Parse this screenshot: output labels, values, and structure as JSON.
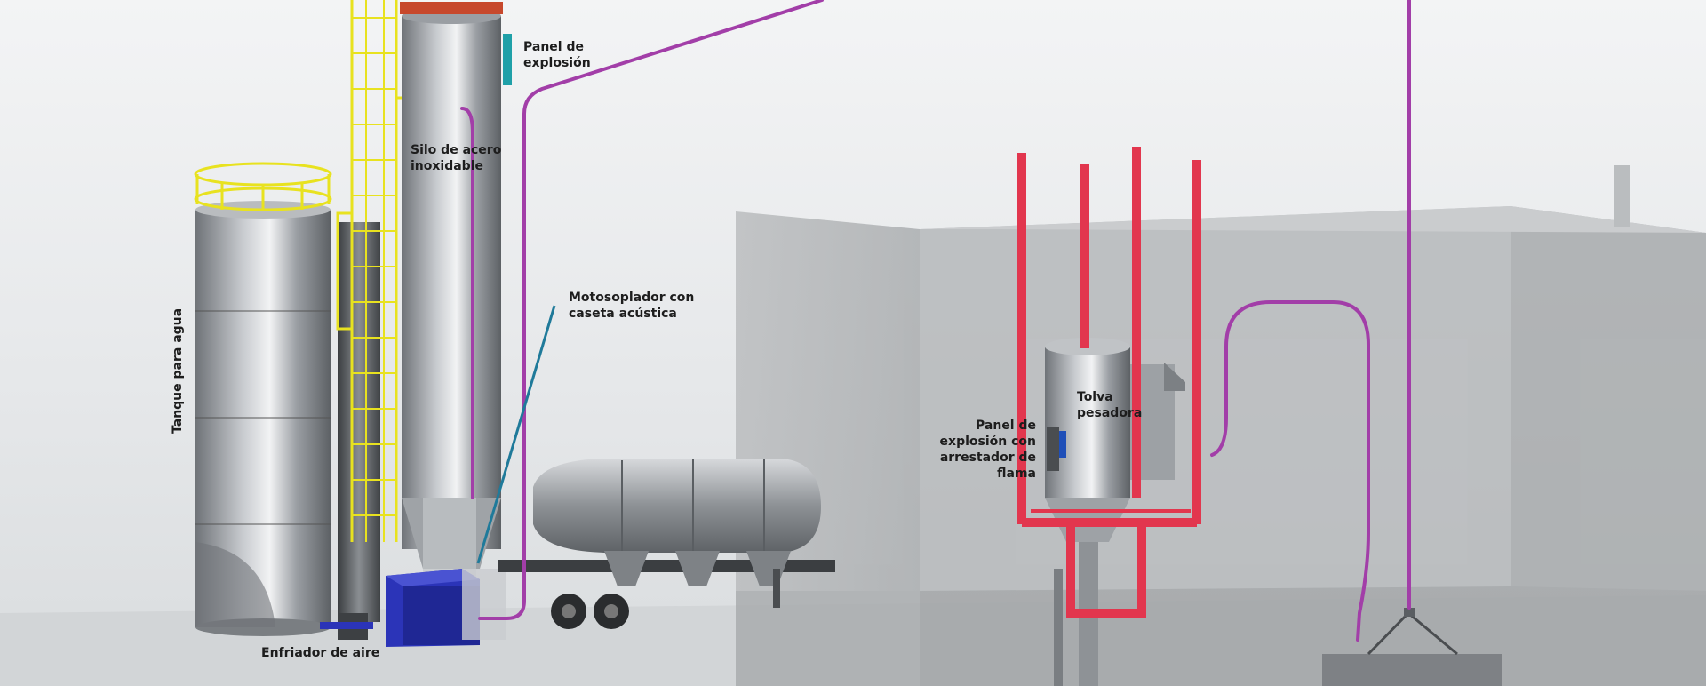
{
  "labels": {
    "panel_explosion": {
      "lines": [
        "Panel de",
        "explosión"
      ]
    },
    "silo": {
      "lines": [
        "Silo de acero",
        "inoxidable"
      ]
    },
    "tank": {
      "lines": [
        "Tanque para agua"
      ]
    },
    "blower": {
      "lines": [
        "Motosoplador con",
        "caseta acústica"
      ]
    },
    "air_cooler": {
      "lines": [
        "Enfriador de aire"
      ]
    },
    "hopper": {
      "lines": [
        "Tolva",
        "pesadora"
      ]
    },
    "panel_flame": {
      "lines": [
        "Panel de",
        "explosión con",
        "arrestador de",
        "flama"
      ]
    }
  },
  "colors": {
    "pipe": "#a23ea8",
    "frame": "#e2364e",
    "ladder": "#e8e21f",
    "blower_box": "#2b34b8",
    "leader": "#1f7a9a"
  }
}
